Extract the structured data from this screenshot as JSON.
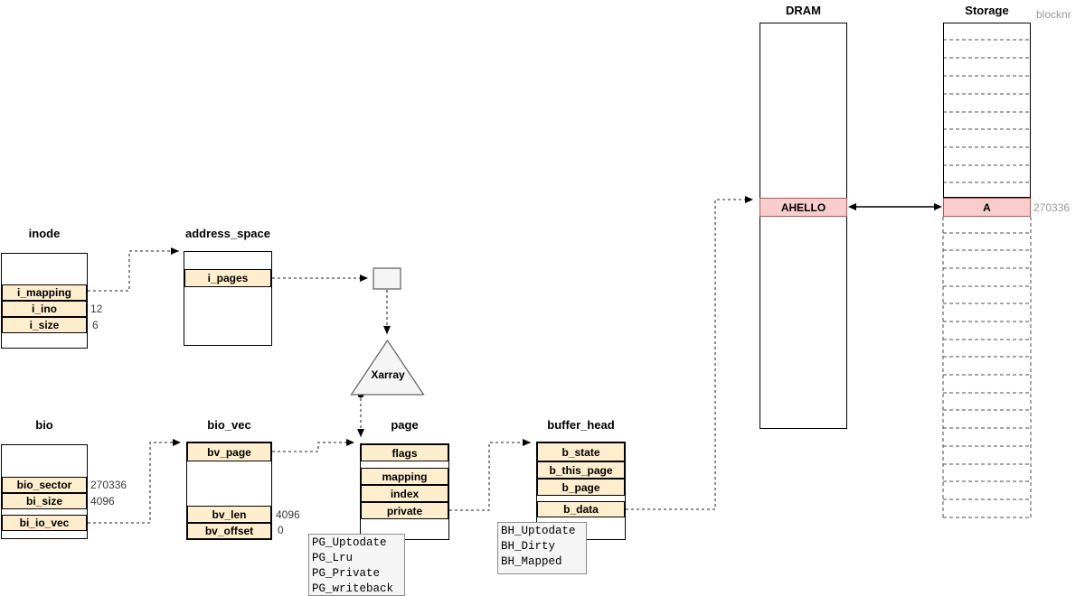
{
  "structs": {
    "inode": {
      "title": "inode",
      "fields": [
        "i_mapping",
        "i_ino",
        "i_size"
      ],
      "values": [
        "",
        "12",
        "6"
      ]
    },
    "address_space": {
      "title": "address_space",
      "fields": [
        "i_pages"
      ],
      "values": [
        ""
      ]
    },
    "bio": {
      "title": "bio",
      "fields": [
        "bio_sector",
        "bi_size",
        "bi_io_vec"
      ],
      "values": [
        "270336",
        "4096",
        ""
      ]
    },
    "bio_vec": {
      "title": "bio_vec",
      "fields": [
        "bv_page",
        "bv_len",
        "bv_offset"
      ],
      "values": [
        "",
        "4096",
        "0"
      ]
    },
    "page": {
      "title": "page",
      "fields": [
        "flags",
        "mapping",
        "index",
        "private"
      ],
      "values": [
        "",
        "",
        "",
        ""
      ]
    },
    "buffer_head": {
      "title": "buffer_head",
      "fields": [
        "b_state",
        "b_this_page",
        "b_page",
        "b_data"
      ],
      "values": [
        "",
        "",
        "",
        ""
      ]
    }
  },
  "xarray_label": "Xarray",
  "flag_notes": {
    "pg": [
      "PG_Uptodate",
      "PG_Lru",
      "PG_Private",
      "PG_writeback"
    ],
    "bh": [
      "BH_Uptodate",
      "BH_Dirty",
      "BH_Mapped"
    ]
  },
  "memory": {
    "dram": {
      "title": "DRAM",
      "block_label": "AHELLO"
    },
    "storage": {
      "title": "Storage",
      "block_label": "A",
      "block_number": "270336",
      "axis_label": "blocknr"
    }
  },
  "colors": {
    "field_fill": "#ffeecd",
    "highlight_fill": "#f8cecc",
    "highlight_border": "#b85450",
    "shape_fill": "#f5f5f5"
  }
}
